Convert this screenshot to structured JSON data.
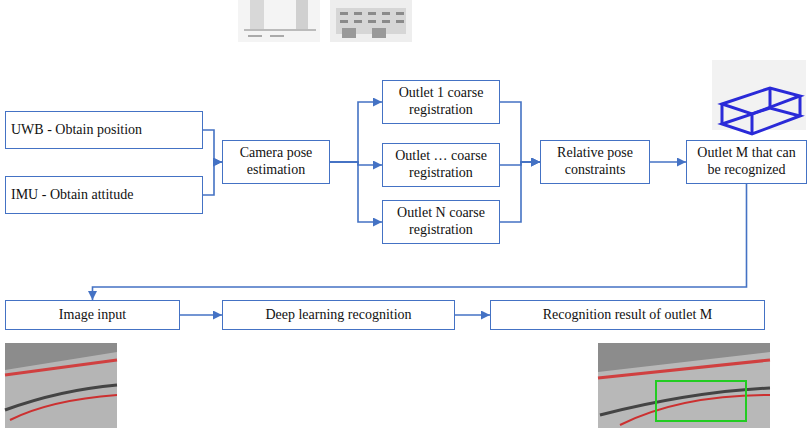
{
  "diagram": {
    "nodes": [
      {
        "text": [
          "UWB - Obtain position"
        ]
      },
      {
        "text": [
          "IMU - Obtain attitude"
        ]
      },
      {
        "text": [
          "Camera pose estimation"
        ]
      },
      {
        "text": [
          "Outlet 1 coarse registration"
        ]
      },
      {
        "text": [
          "Outlet … coarse registration"
        ]
      },
      {
        "text": [
          "Outlet N coarse registration"
        ]
      },
      {
        "text": [
          "Relative pose constraints"
        ]
      },
      {
        "text": [
          "Outlet M that can be recognized"
        ]
      },
      {
        "text": [
          "Image input"
        ]
      },
      {
        "text": [
          "Deep learning recognition"
        ]
      },
      {
        "text": [
          "Recognition result of outlet M"
        ]
      }
    ],
    "edges": [
      {
        "from": 0,
        "to": 2,
        "arrow": "to"
      },
      {
        "from": 1,
        "to": 2,
        "arrow": "to"
      },
      {
        "from": 2,
        "to": 3,
        "arrow": "to"
      },
      {
        "from": 2,
        "to": 4,
        "arrow": "to"
      },
      {
        "from": 2,
        "to": 5,
        "arrow": "to"
      },
      {
        "from": 3,
        "to": 6,
        "arrow": "to"
      },
      {
        "from": 4,
        "to": 6,
        "arrow": "to"
      },
      {
        "from": 5,
        "to": 6,
        "arrow": "to"
      },
      {
        "from": 6,
        "to": 7,
        "arrow": "to"
      },
      {
        "from": 7,
        "to": 8,
        "arrow": "to"
      },
      {
        "from": 8,
        "to": 9,
        "arrow": "to"
      },
      {
        "from": 9,
        "to": 10,
        "arrow": "to"
      }
    ]
  }
}
